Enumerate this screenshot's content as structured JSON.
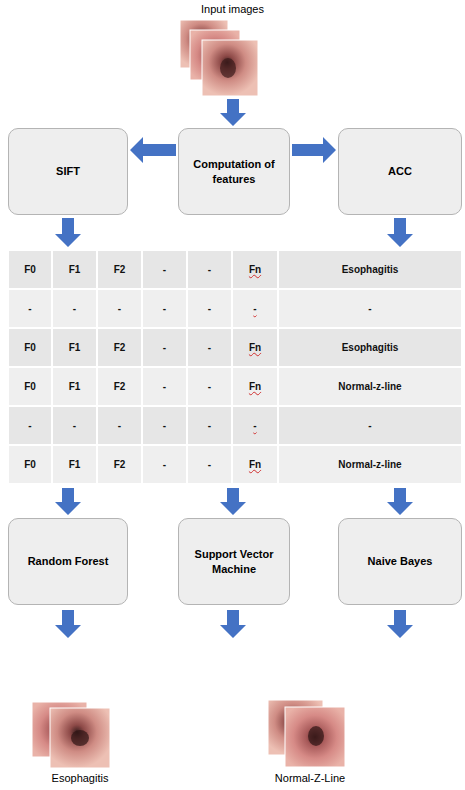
{
  "diagram": {
    "nodes": [
      {
        "text": [
          "SIFT"
        ]
      },
      {
        "text": [
          "Computation of features"
        ]
      },
      {
        "text": [
          "ACC"
        ]
      },
      {
        "text": [
          "Random Forest"
        ]
      },
      {
        "text": [
          "Support Vector Machine"
        ]
      },
      {
        "text": [
          "Naive Bayes"
        ]
      }
    ],
    "edges": [
      {
        "from": 1,
        "to": 0,
        "arrow": "to"
      },
      {
        "from": 1,
        "to": 2,
        "arrow": "to"
      }
    ],
    "labels": [
      "Input images",
      "F0",
      "F1",
      "F2",
      "-",
      "-",
      "Fn",
      "Esophagitis",
      "-",
      "-",
      "-",
      "-",
      "-",
      "-",
      "-",
      "F0",
      "F1",
      "F2",
      "-",
      "-",
      "Fn",
      "Esophagitis",
      "F0",
      "F1",
      "F2",
      "-",
      "-",
      "Fn",
      "Normal-z-line",
      "-",
      "-",
      "-",
      "-",
      "-",
      "-",
      "-",
      "F0",
      "F1",
      "F2",
      "-",
      "-",
      "Fn",
      "Normal-z-line",
      "Esophagitis",
      "Normal-Z-Line"
    ]
  }
}
